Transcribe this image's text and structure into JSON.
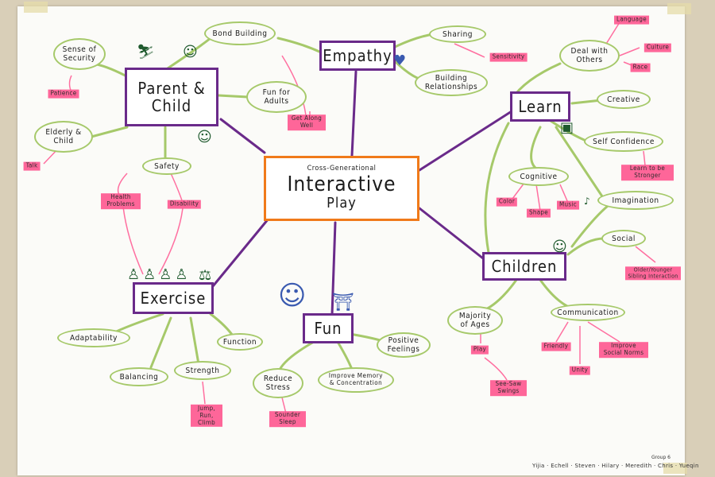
{
  "center": {
    "top": "Cross-Generational",
    "main": "Interactive",
    "bottom": "Play"
  },
  "hubs": {
    "parent": "Parent & Child",
    "empathy": "Empathy",
    "learn": "Learn",
    "exercise": "Exercise",
    "fun": "Fun",
    "children": "Children"
  },
  "ovals": {
    "sense_security": "Sense of Security",
    "bond_building": "Bond Building",
    "fun_adults": "Fun for Adults",
    "elderly_child": "Elderly & Child",
    "safety": "Safety",
    "sharing": "Sharing",
    "building_rel": "Building Relationships",
    "deal_others": "Deal with Others",
    "creative": "Creative",
    "self_conf": "Self Confidence",
    "cognitive": "Cognitive",
    "imagination": "Imagination",
    "social": "Social",
    "adaptability": "Adaptability",
    "balancing": "Balancing",
    "strength": "Strength",
    "function": "Function",
    "reduce_stress": "Reduce Stress",
    "improve_memory": "Improve Memory & Concentration",
    "positive": "Positive Feelings",
    "majority": "Majority of Ages",
    "communication": "Communication"
  },
  "tags": {
    "patience": "Patience",
    "talk": "Talk",
    "get_along": "Get Along Well",
    "sensitivity": "Sensitivity",
    "language": "Language",
    "culture": "Culture",
    "race": "Race",
    "learn_stronger": "Learn to be Stronger",
    "color": "Color",
    "shape": "Shape",
    "music": "Music",
    "older_younger": "Older/Younger Sibling Interaction",
    "health": "Health Problems",
    "disability": "Disability",
    "jump": "Jump, Run, Climb",
    "sounder": "Sounder Sleep",
    "play": "Play",
    "seesaw": "See-Saw Swings",
    "friendly": "Friendly",
    "unity": "Unity",
    "improve_social": "Improve Social Norms"
  },
  "credit": "Yijia · Echell · Steven · Hilary · Meredith · Chris · Yueqin",
  "group": "Group 6",
  "colors": {
    "hub": "#6a2a8a",
    "core": "#f07a1a",
    "oval": "#a6c96a",
    "tag": "#ff5a92"
  }
}
